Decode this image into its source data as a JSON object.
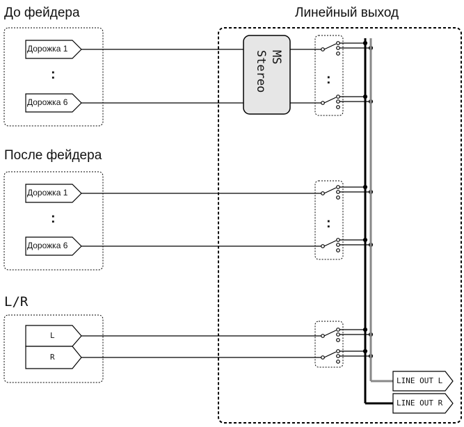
{
  "sections": {
    "pre_fader": {
      "title": "До фейдера"
    },
    "post_fader": {
      "title": "После фейдера"
    },
    "lr": {
      "title": "L/R"
    },
    "line_out": {
      "title": "Линейный выход"
    }
  },
  "tracks": {
    "first": "Дорожка 1",
    "last": "Дорожка 6",
    "ellipsis": ":"
  },
  "lr_inputs": {
    "left": "L",
    "right": "R"
  },
  "ms_block": {
    "line1": "MS",
    "line2": "Stereo"
  },
  "outputs": {
    "left": "LINE OUT L",
    "right": "LINE OUT R"
  },
  "colors": {
    "wire": "#000000",
    "bus_l": "#888888",
    "bus_r": "#000000",
    "ms_fill": "#e6e6e6"
  }
}
